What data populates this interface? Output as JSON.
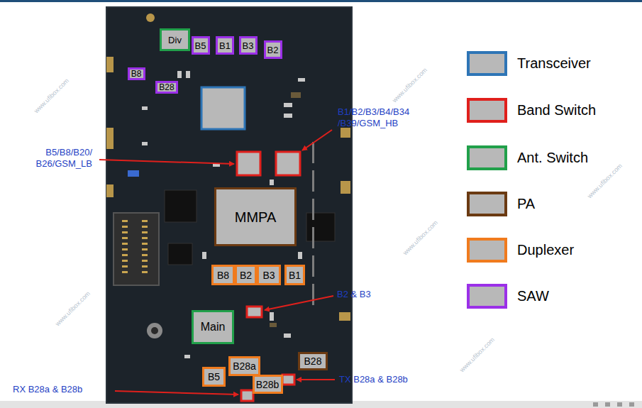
{
  "diagram": {
    "nodes": [
      {
        "text": [
          "Div"
        ]
      },
      {
        "text": [
          "B5"
        ]
      },
      {
        "text": [
          "B1"
        ]
      },
      {
        "text": [
          "B3"
        ]
      },
      {
        "text": [
          "B2"
        ]
      },
      {
        "text": [
          "B8"
        ]
      },
      {
        "text": [
          "B28"
        ]
      },
      {
        "text": [
          "MMPA"
        ]
      },
      {
        "text": [
          "B8"
        ]
      },
      {
        "text": [
          "B2"
        ]
      },
      {
        "text": [
          "B3"
        ]
      },
      {
        "text": [
          "B1"
        ]
      },
      {
        "text": [
          "Main"
        ]
      },
      {
        "text": [
          "B28"
        ]
      },
      {
        "text": [
          "B28a"
        ]
      },
      {
        "text": [
          "B5"
        ]
      },
      {
        "text": [
          "B28b"
        ]
      }
    ],
    "labels": [
      "B1/B2/B3/B4/B34 /B39/GSM_HB",
      "B5/B8/B20/ B26/GSM_LB",
      "B2 & B3",
      "RX B28a & B28b",
      "TX B28a & B28b",
      "www.ufibox.com",
      "www.ufibox.com",
      "www.ufibox.com",
      "www.ufibox.com",
      "www.ufibox.com",
      "www.ufibox.com"
    ],
    "legend": [
      {
        "text": "Transceiver",
        "color": "#2e75b6"
      },
      {
        "text": "Band Switch",
        "color": "#e0201c"
      },
      {
        "text": "Ant. Switch",
        "color": "#21a04a"
      },
      {
        "text": "PA",
        "color": "#6b3a12"
      },
      {
        "text": "Duplexer",
        "color": "#f07b1e"
      },
      {
        "text": "SAW",
        "color": "#9b30e8"
      }
    ]
  }
}
